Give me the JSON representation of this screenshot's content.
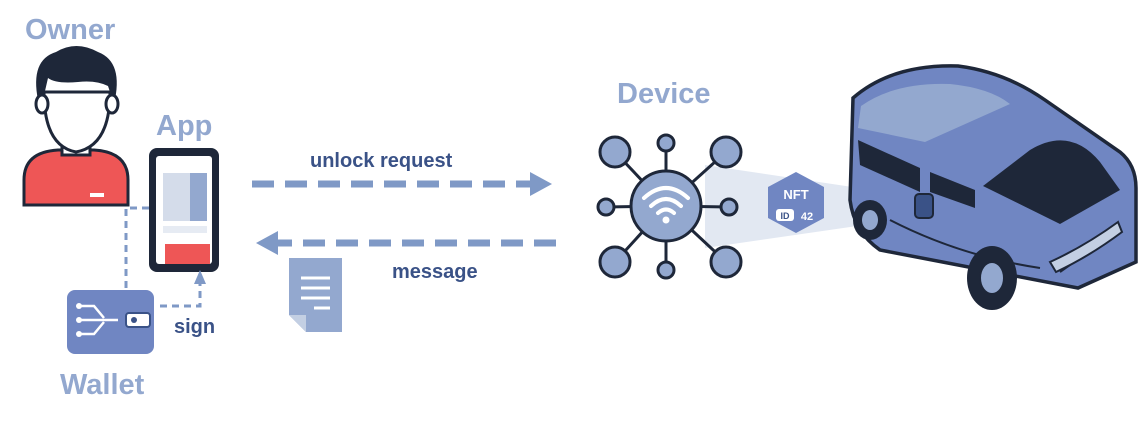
{
  "labels": {
    "owner": "Owner",
    "app": "App",
    "device": "Device",
    "wallet": "Wallet",
    "unlock_request": "unlock request",
    "message": "message",
    "sign": "sign"
  },
  "nft_badge": {
    "title": "NFT",
    "id_label": "ID",
    "id_value": "42"
  },
  "colors": {
    "primary": "#7086c2",
    "light": "#93a8cf",
    "dark": "#1e2739",
    "accent_red": "#ee5656",
    "label_dark": "#3a5287"
  },
  "icons": [
    "person-icon",
    "smartphone-icon",
    "wallet-icon",
    "document-icon",
    "wifi-hub-icon",
    "nft-badge-icon",
    "car-icon"
  ]
}
